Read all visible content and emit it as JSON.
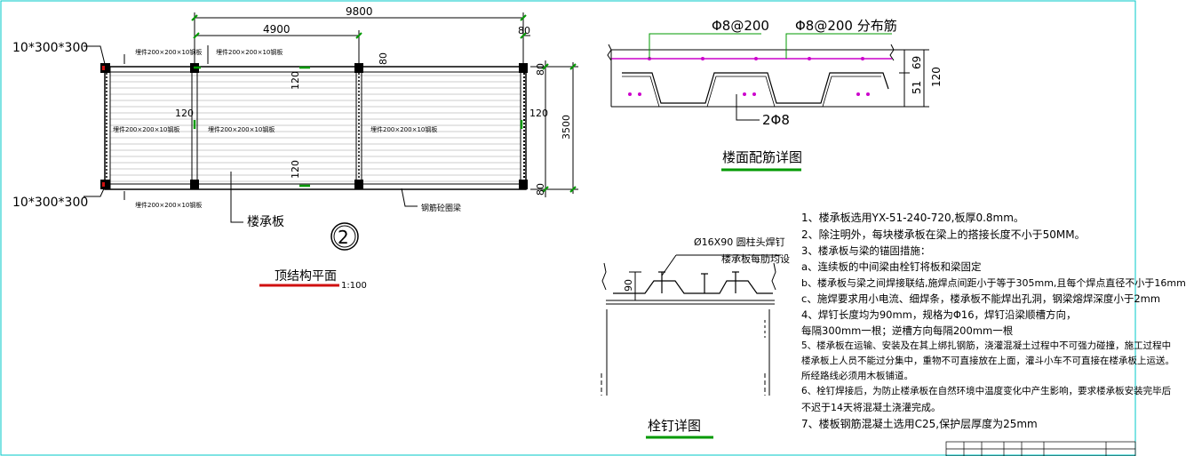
{
  "plan": {
    "dim_total": "9800",
    "dim_half": "4900",
    "dim_right_top": "80",
    "dim_right_side": "80",
    "dim_80_bottom": "80",
    "dim_80_mid": "80",
    "dim_depth": "3500",
    "dim_120_top": "120",
    "dim_120_left": "120",
    "dim_120_right": "120",
    "dim_120_bottom": "120",
    "col_label_top": "10*300*300",
    "col_label_bottom": "10*300*300",
    "embed_top_left": "埋件200×200×10钢板",
    "embed_top_mid": "埋件200×200×10钢板",
    "embed_mid_left": "埋件200×200×10钢板",
    "embed_mid_center": "埋件200×200×10钢板",
    "embed_mid_right": "埋件200×200×10钢板",
    "embed_bottom": "埋件200×200×10钢板",
    "deck_label": "楼承板",
    "ring_beam_label": "钢筋砼圈梁",
    "circle_no": "2",
    "title": "顶结构平面",
    "scale": "1:100"
  },
  "section": {
    "rebar_top": "Φ8@200",
    "rebar_dist": "Φ8@200 分布筋",
    "rebar_bottom": "2Φ8",
    "dim_51": "51",
    "dim_69": "69",
    "dim_120": "120",
    "title": "楼面配筋详图"
  },
  "stud": {
    "label1": "Ø16X90 圆柱头焊钉",
    "label2": "楼承板每肋均设",
    "dim_90": "90",
    "title": "栓钉详图"
  },
  "notes": [
    "1、楼承板选用YX-51-240-720,板厚0.8mm。",
    "2、除注明外，每块楼承板在梁上的搭接长度不小于50MM。",
    "3、楼承板与梁的锚固措施：",
    "a、连续板的中间梁由栓钉将板和梁固定",
    "b、楼承板与梁之间焊接联结,施焊点间距小于等于305mm,且每个焊点直径不小于16mm",
    "c、施焊要求用小电流、细焊条，楼承板不能焊出孔洞，钢梁熔焊深度小于2mm",
    "4、焊钉长度均为90mm，规格为Φ16，焊钉沿梁顺槽方向，",
    "每隔300mm一根；逆槽方向每隔200mm一根",
    "5、楼承板在运输、安装及在其上绑扎钢筋，浇灌混凝土过程中不可强力碰撞，施工过程中",
    "楼承板上人员不能过分集中，重物不可直接放在上面，灌斗小车不可直接在楼承板上运送。",
    "所经路线必须用木板铺道。",
    "6、栓钉焊接后，为防止楼承板在自然环境中温度变化中产生影响，要求楼承板安装完毕后",
    "不迟于14天将混凝土浇灌完成。",
    "7、楼板钢筋混凝土选用C25,保护层厚度为25mm"
  ],
  "colors": {
    "dim_green": "#009900",
    "deck_red": "#d01010",
    "col_black": "#000000",
    "rebar_magenta": "#cc00cc",
    "text_dark": "#000000"
  }
}
